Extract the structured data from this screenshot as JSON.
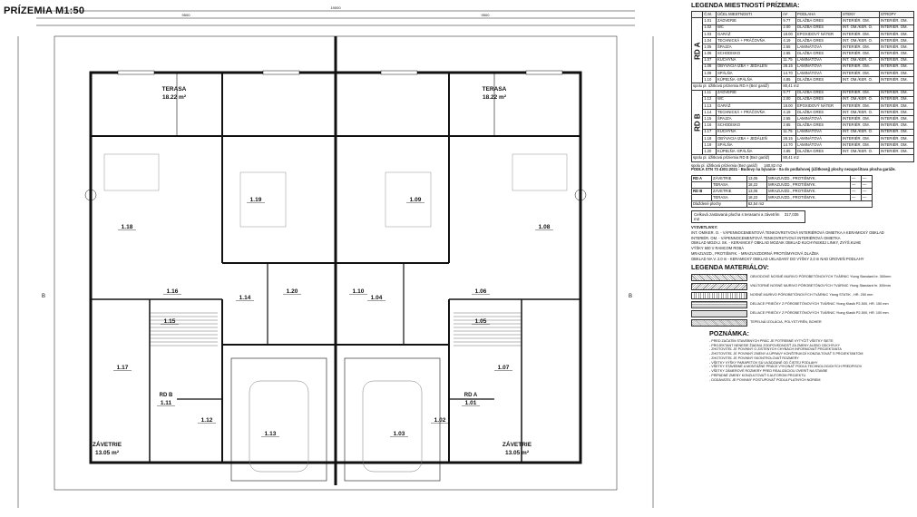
{
  "title": "PRÍZEMIA  M1:50",
  "plan": {
    "rooms": [
      {
        "id": "1.18",
        "area": "",
        "label": ""
      },
      {
        "id": "1.19",
        "area": "",
        "label": ""
      },
      {
        "id": "1.09",
        "area": "",
        "label": ""
      },
      {
        "id": "1.08",
        "area": "",
        "label": ""
      },
      {
        "id": "1.16",
        "area": "",
        "label": ""
      },
      {
        "id": "1.14",
        "area": "",
        "label": ""
      },
      {
        "id": "1.20",
        "area": "",
        "label": ""
      },
      {
        "id": "1.10",
        "area": "",
        "label": ""
      },
      {
        "id": "1.04",
        "area": "",
        "label": ""
      },
      {
        "id": "1.06",
        "area": "",
        "label": ""
      },
      {
        "id": "1.15",
        "area": "",
        "label": ""
      },
      {
        "id": "1.05",
        "area": "",
        "label": ""
      },
      {
        "id": "1.17",
        "area": "",
        "label": ""
      },
      {
        "id": "1.07",
        "area": "",
        "label": ""
      },
      {
        "id": "1.11",
        "area": "",
        "label": "RD B"
      },
      {
        "id": "1.01",
        "area": "",
        "label": "RD A"
      },
      {
        "id": "1.12",
        "area": "",
        "label": ""
      },
      {
        "id": "1.02",
        "area": "",
        "label": ""
      },
      {
        "id": "1.13",
        "area": "",
        "label": ""
      },
      {
        "id": "1.03",
        "area": "",
        "label": ""
      }
    ],
    "terraces": [
      {
        "label": "TERASA",
        "area": "18.22 m²"
      },
      {
        "label": "TERASA",
        "area": "18.22 m²"
      }
    ],
    "entries": [
      {
        "label": "ZÁVETRIE",
        "area": "13.05 m²"
      },
      {
        "label": "ZÁVETRIE",
        "area": "13.05 m²"
      }
    ],
    "dims_top": [
      "19000",
      "9500",
      "9500"
    ],
    "section_marks": [
      "B",
      "B"
    ]
  },
  "legend": {
    "rooms_title": "LEGENDA MIESTNOSTÍ PRÍZEMIA:",
    "headers": [
      "Č.M.",
      "ÚČEL MIESTNOSTI",
      "m²",
      "PODLAHA",
      "STENY",
      "STROPY"
    ],
    "unit_a": "RD A",
    "unit_b": "RD B",
    "rows_a": [
      [
        "1.01",
        "ZÁDVERIE",
        "9.77",
        "DLAŽBA GRES",
        "INTERIÉR. OM.",
        "INTERIÉR. OM."
      ],
      [
        "1.02",
        "WC",
        "2.00",
        "DLAŽBA GRES",
        "INT. OM./KER. O.",
        "INTERIÉR. OM."
      ],
      [
        "1.03",
        "GARÁŽ",
        "18.00",
        "EPOXIDOVÝ NÁTER",
        "INTERIÉR. OM.",
        "INTERIÉR. OM."
      ],
      [
        "1.04",
        "TECHNICKÁ + PRÁČOVŇA",
        "4.19",
        "DLAŽBA GRES",
        "INT. OM./KER. O.",
        "INTERIÉR. OM."
      ],
      [
        "1.05",
        "ŠPAJZA",
        "2.55",
        "LAMINÁTOVÁ",
        "INTERIÉR. OM.",
        "INTERIÉR. OM."
      ],
      [
        "1.06",
        "SCHODISKO",
        "2.65",
        "DLAŽBA GRES",
        "INTERIÉR. OM.",
        "INTERIÉR. OM."
      ],
      [
        "1.07",
        "KUCHYŇA",
        "11.75",
        "LAMINÁTOVÁ",
        "INT. OM./KER. O.",
        "INTERIÉR. OM."
      ],
      [
        "1.08",
        "OBÝVACIA IZBA + JEDÁLEŇ",
        "28.15",
        "LAMINÁTOVÁ",
        "INTERIÉR. OM.",
        "INTERIÉR. OM."
      ],
      [
        "1.09",
        "SPÁLŇA",
        "14.70",
        "LAMINÁTOVÁ",
        "INTERIÉR. OM.",
        "INTERIÉR. OM."
      ],
      [
        "1.10",
        "KÚPEĽŇA -SPÁLŇA",
        "4.85",
        "DLAŽBA GRES",
        "INT. OM./KER. O.",
        "INTERIÉR. OM."
      ]
    ],
    "sum_a": "spolu pl. úžitková príziemia RD A (Bez garáž)",
    "sum_a_val": "80,41 m2",
    "rows_b": [
      [
        "1.11",
        "ZÁDVERIE",
        "9.77",
        "DLAŽBA GRES",
        "INTERIÉR. OM.",
        "INTERIÉR. OM."
      ],
      [
        "1.12",
        "WC",
        "2.00",
        "DLAŽBA GRES",
        "INT. OM./KER. O.",
        "INTERIÉR. OM."
      ],
      [
        "1.13",
        "GARÁŽ",
        "18.00",
        "EPOXIDOVÝ NÁTER",
        "INTERIÉR. OM.",
        "INTERIÉR. OM."
      ],
      [
        "1.14",
        "TECHNICKÁ + PRÁČOVŇA",
        "4.19",
        "DLAŽBA GRES",
        "INT. OM./KER. O.",
        "INTERIÉR. OM."
      ],
      [
        "1.15",
        "ŠPAJZA",
        "2.55",
        "LAMINÁTOVÁ",
        "INTERIÉR. OM.",
        "INTERIÉR. OM."
      ],
      [
        "1.16",
        "SCHODISKO",
        "2.65",
        "DLAŽBA GRES",
        "INTERIÉR. OM.",
        "INTERIÉR. OM."
      ],
      [
        "1.17",
        "KUCHYŇA",
        "11.75",
        "LAMINÁTOVÁ",
        "INT. OM./KER. O.",
        "INTERIÉR. OM."
      ],
      [
        "1.18",
        "OBÝVACIA IZBA + JEDÁLEŇ",
        "28.15",
        "LAMINÁTOVÁ",
        "INTERIÉR. OM.",
        "INTERIÉR. OM."
      ],
      [
        "1.19",
        "SPÁLŇA",
        "14.70",
        "LAMINÁTOVÁ",
        "INTERIÉR. OM.",
        "INTERIÉR. OM."
      ],
      [
        "1.20",
        "KÚPEĽŇA -SPÁLŇA",
        "4.85",
        "DLAŽBA GRES",
        "INT. OM./KER. O.",
        "INTERIÉR. OM."
      ]
    ],
    "sum_b": "spolu pl. úžitková príziemia RD B (Bez garáž)",
    "sum_b_val": "80,41 m2",
    "sum_total": "spolu pl. úžitková príziemia (Bez garáž)",
    "sum_total_val": "160,82 m2",
    "norm_note": "PODĽA STN 73 4301:2021 - Budovy na bývanie - Sa do podlahovej (úžitkovej) plochy nezapočítava plocha garáže.",
    "outdoor_rows": [
      [
        "RD A",
        "ZÁVETRIE",
        "13,05",
        "MRAZUVZD., PROTIŠMYK.",
        "—",
        "—"
      ],
      [
        "",
        "TERASA",
        "18,22",
        "MRAZUVZD., PROTIŠMYK.",
        "—",
        "—"
      ],
      [
        "RD B",
        "ZÁVETRIE",
        "13,05",
        "MRAZUVZD., PROTIŠMYK.",
        "—",
        "—"
      ],
      [
        "",
        "TERASA",
        "18,22",
        "MRAZUVZD., PROTIŠMYK.",
        "—",
        "—"
      ]
    ],
    "outdoor_sum": "Dlaždené plochy",
    "outdoor_sum_val": "62,54 m2",
    "built_total": "Celková zastavaná plocha s terasami a závetrím",
    "built_total_val": "317,035 m2",
    "abbr_title": "VYSVETLIVKY:",
    "abbr": [
      "INT. OM/KER. O. - VÁPENNOCEMENTOVÁ TENKOVRSTVOVÁ INTERIÉROVÁ OMIETKA A KERAMICKÝ OBKLAD",
      "INTERIÉR. OM. - VÁPENNOCEMENTOVÁ TENKOVRSTVOVÁ INTERIÉROVÁ OMIETKA",
      "OBKLAD MOZAJ. SK. - KERAMICKÝ OBKLAD MOZAIK OBKLAD KUCHYNSKEJ LINKY, ZVÝŠ.KUHE",
      "VÝŠKY 600 V RAMCOM ROBÁ",
      "MRAZUVZD., PROTIŠMYK. - MRAZUVZDORNÁ PROTIŠMYKOVÁ DLAŽBA",
      "OBKLAD NA V. 2.0 m - KERAMICKÝ OBKLAD UKLADANÝ DO VÝŠKY 2,0 m NAD ÚROVEŇ PODLAHY"
    ],
    "materials_title": "LEGENDA MATERIÁLOV:",
    "materials": [
      "OBVODOVÉ NOSNÉ MURIVO PÓROBETÓNOVÝCH TVÁRNIC Ytong Standard hr. 300mm",
      "VNÚTORNÉ NOSNÉ MURIVO PÓROBETÓNOVÝCH TVÁRNIC Ytong Standard hr. 300mm",
      "NOSNÉ MURIVO PÓROBETÓNOVÝCH TVÁRNIC Ytong STATIK , HR. 250 mm",
      "DELIACE PRIEČKY Z PÓROBETÓNOVÝCH TVÁRNIC Ytong Klasik P2-500, HR. 150 mm",
      "DELIACE PRIEČKY Z PÓROBETÓNOVÝCH TVÁRNIC Ytong Klasik P2-500, HR. 100 mm",
      "TEPELNÁ IZOLÁCIA, POLYSTYRÉN, BOHER"
    ],
    "remarks_title": "POZNÁMKA:",
    "remarks": [
      "- PRED ZAČATÍM STAVEBNÝCH PRÁC JE POTREBNÉ VYTYČIŤ VŠETKY SIETE",
      "- PROJEKTANT NENESIE ŽIADNU ZODPOVEDNOSŤ ZA ZMENY ALEBO ODCHÝLKY",
      "- ZHOTOVITEĽ JE POVINNÝ O ZISTENÝCH CHYBÁCH INFORMOVAŤ PROJEKTANTA",
      "- ZHOTOVITEĽ JE POVINNÝ ZMENY A ÚPRAVY KONŠTRUKCIÍ KONZULTOVAŤ S PROJEKTANTOM",
      "- ZHOTOVITEĽ JE POVINNÝ SKONTROLOVAŤ ROZMERY",
      "- VŠETKY VÝŠKY PARAPETOV SÚ UVÁDZANÉ OD ČISTEJ PODLAHY",
      "- VŠETKY STAVEBNÉ A MONTÁŽNE PRÁCE VYKONAŤ PODĽA TECHNOLOGICKÝCH PREDPISOV",
      "- VŠETKY ZÁMEROVÉ ROZMERY PRED REALIZÁCIOU OVERIŤ NA STAVBE",
      "- PRÍPADNÉ ZMENY KONZULTOVAŤ S AUTOROM PROJEKTU",
      "- DODÁVATEĽ JE POVINNÝ POSTUPOVAŤ PODĽA PLATNÝCH NORIEM"
    ]
  }
}
